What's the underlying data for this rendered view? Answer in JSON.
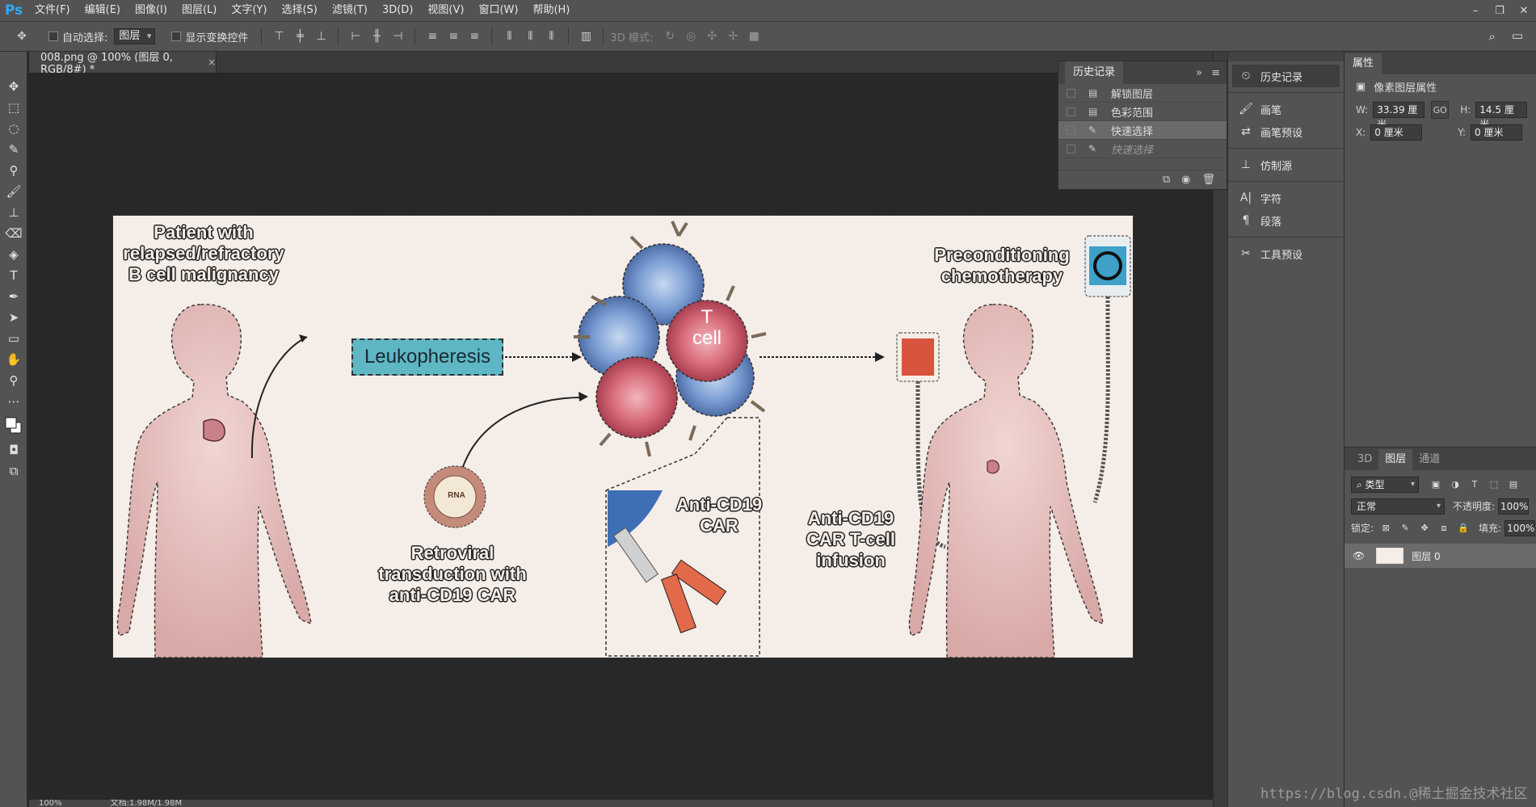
{
  "app": {
    "logo": "Ps",
    "menu": [
      "文件(F)",
      "编辑(E)",
      "图像(I)",
      "图层(L)",
      "文字(Y)",
      "选择(S)",
      "滤镜(T)",
      "3D(D)",
      "视图(V)",
      "窗口(W)",
      "帮助(H)"
    ],
    "window_controls": [
      "–",
      "❐",
      "✕"
    ]
  },
  "options": {
    "auto_select_label": "自动选择:",
    "auto_select_value": "图层",
    "show_transform_label": "显示变换控件",
    "mode_3d_label": "3D 模式:"
  },
  "document": {
    "tab_title": "008.png @ 100% (图层 0, RGB/8#) *",
    "close": "×",
    "status_zoom": "100%",
    "status_doc": "文档:1.98M/1.98M"
  },
  "artwork": {
    "patient_label": "Patient with\nrelapsed/refractory\nB cell malignancy",
    "leukopheresis": "Leukopheresis",
    "tcell_label": "T\ncell",
    "retroviral_label": "Retroviral\ntransduction with\nanti-CD19 CAR",
    "anti_cd19_car": "Anti-CD19\nCAR",
    "infusion_label": "Anti-CD19\nCAR T-cell\ninfusion",
    "precondition_label": "Preconditioning\nchemotherapy",
    "virus_label": "RNA"
  },
  "history_float": {
    "title": "历史记录",
    "items": [
      {
        "label": "解锁图层",
        "ghost": false,
        "selected": false
      },
      {
        "label": "色彩范围",
        "ghost": false,
        "selected": false
      },
      {
        "label": "快速选择",
        "ghost": false,
        "selected": true
      },
      {
        "label": "快速选择",
        "ghost": true,
        "selected": false
      }
    ]
  },
  "dock": {
    "items": [
      "历史记录",
      "画笔",
      "画笔预设",
      "仿制源",
      "字符",
      "段落",
      "工具预设"
    ]
  },
  "properties": {
    "title": "属性",
    "subtitle": "像素图层属性",
    "w_label": "W:",
    "w_value": "33.39 厘米",
    "h_label": "H:",
    "h_value": "14.5 厘米",
    "x_label": "X:",
    "x_value": "0 厘米",
    "y_label": "Y:",
    "y_value": "0 厘米",
    "link_icon": "GO"
  },
  "layers": {
    "tabs": [
      "3D",
      "图层",
      "通道"
    ],
    "filter_kind": "类型",
    "blend_mode": "正常",
    "opacity_label": "不透明度:",
    "opacity_value": "100%",
    "lock_label": "锁定:",
    "fill_label": "填充:",
    "fill_value": "100%",
    "layer_name": "图层 0"
  },
  "watermark": "https://blog.csdn.@稀土掘金技术社区",
  "colors": {
    "ui_bg": "#535353",
    "canvas_bg": "#282828",
    "artboard_bg": "#f5ede7",
    "ps_blue": "#31a8ff",
    "leuko_box": "#5fb6c4"
  }
}
